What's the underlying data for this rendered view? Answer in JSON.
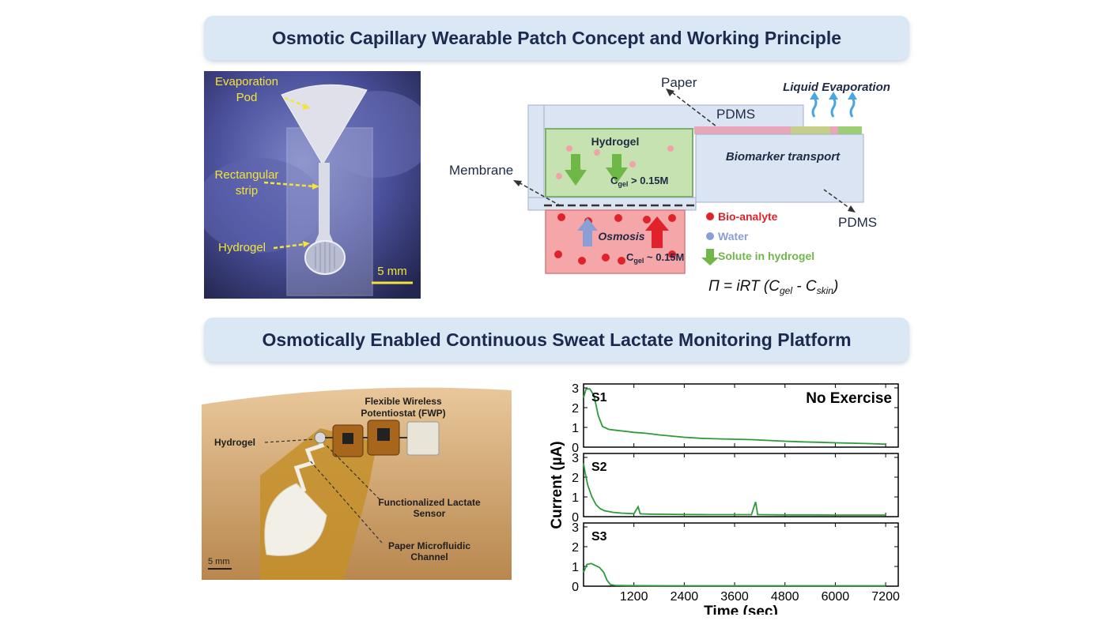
{
  "top_banner": "Osmotic Capillary Wearable Patch Concept and Working Principle",
  "bottom_banner": "Osmotically Enabled Continuous Sweat Lactate Monitoring Platform",
  "photo1": {
    "label_evap_1": "Evaporation",
    "label_evap_2": "Pod",
    "label_strip_1": "Rectangular",
    "label_strip_2": "strip",
    "label_hydrogel": "Hydrogel",
    "scale": "5 mm"
  },
  "schematic": {
    "paper": "Paper",
    "liquid_evap": "Liquid Evaporation",
    "pdms_top": "PDMS",
    "hydrogel": "Hydrogel",
    "cgel_hi_main": "C",
    "cgel_hi_sub": "gel",
    "cgel_hi_val": " > 0.15M",
    "biomarker": "Biomarker transport",
    "membrane": "Membrane",
    "pdms_right": "PDMS",
    "osmosis": "Osmosis",
    "cgel_lo_main": "C",
    "cgel_lo_sub": "gel",
    "cgel_lo_val": " ~ 0.15M",
    "legend_bio": "Bio-analyte",
    "legend_water": "Water",
    "legend_solute": "Solute in hydrogel",
    "eq_pi": "Π",
    "eq_mid": " = iRT (C",
    "eq_sub1": "gel",
    "eq_dash": " - C",
    "eq_sub2": "skin",
    "eq_end": ")"
  },
  "photo2": {
    "fwp_1": "Flexible Wireless",
    "fwp_2": "Potentiostat (FWP)",
    "hydrogel": "Hydrogel",
    "sensor_1": "Functionalized Lactate",
    "sensor_2": "Sensor",
    "paper_1": "Paper Microfluidic",
    "paper_2": "Channel",
    "scale": "5 mm"
  },
  "chart_data": {
    "type": "line",
    "title": "No Exercise",
    "xlabel": "Time (sec)",
    "ylabel": "Current (µA)",
    "xlim": [
      0,
      7500
    ],
    "ylim": [
      0,
      3.2
    ],
    "xticks": [
      1200,
      2400,
      3600,
      4800,
      6000,
      7200
    ],
    "yticks": [
      0,
      1,
      2,
      3
    ],
    "line_color": "#2e9a3a",
    "series": [
      {
        "name": "S1",
        "x": [
          0,
          60,
          150,
          250,
          350,
          450,
          600,
          800,
          1000,
          1200,
          1500,
          1800,
          2100,
          2400,
          2800,
          3200,
          3600,
          4000,
          4400,
          4800,
          5200,
          5600,
          6000,
          6400,
          6800,
          7200
        ],
        "y": [
          2.5,
          2.95,
          2.95,
          2.6,
          1.6,
          1.05,
          0.9,
          0.85,
          0.8,
          0.75,
          0.7,
          0.62,
          0.56,
          0.5,
          0.45,
          0.42,
          0.4,
          0.38,
          0.34,
          0.3,
          0.27,
          0.25,
          0.22,
          0.2,
          0.18,
          0.15
        ]
      },
      {
        "name": "S2",
        "x": [
          0,
          40,
          100,
          200,
          300,
          400,
          500,
          700,
          900,
          1200,
          1300,
          1350,
          1400,
          1600,
          2000,
          2400,
          3000,
          3600,
          4000,
          4100,
          4150,
          4200,
          4800,
          5400,
          6000,
          6600,
          7200
        ],
        "y": [
          2.7,
          2.2,
          1.6,
          1.0,
          0.6,
          0.4,
          0.3,
          0.22,
          0.18,
          0.15,
          0.5,
          0.15,
          0.14,
          0.13,
          0.12,
          0.11,
          0.1,
          0.1,
          0.1,
          0.75,
          0.1,
          0.1,
          0.09,
          0.09,
          0.08,
          0.08,
          0.08
        ]
      },
      {
        "name": "S3",
        "x": [
          0,
          80,
          180,
          280,
          380,
          480,
          560,
          640,
          750,
          1000,
          2000,
          3000,
          4000,
          5000,
          6000,
          7200
        ],
        "y": [
          0.7,
          1.1,
          1.15,
          1.05,
          0.95,
          0.7,
          0.3,
          0.08,
          0.04,
          0.03,
          0.02,
          0.02,
          0.02,
          0.02,
          0.02,
          0.02
        ]
      }
    ]
  }
}
